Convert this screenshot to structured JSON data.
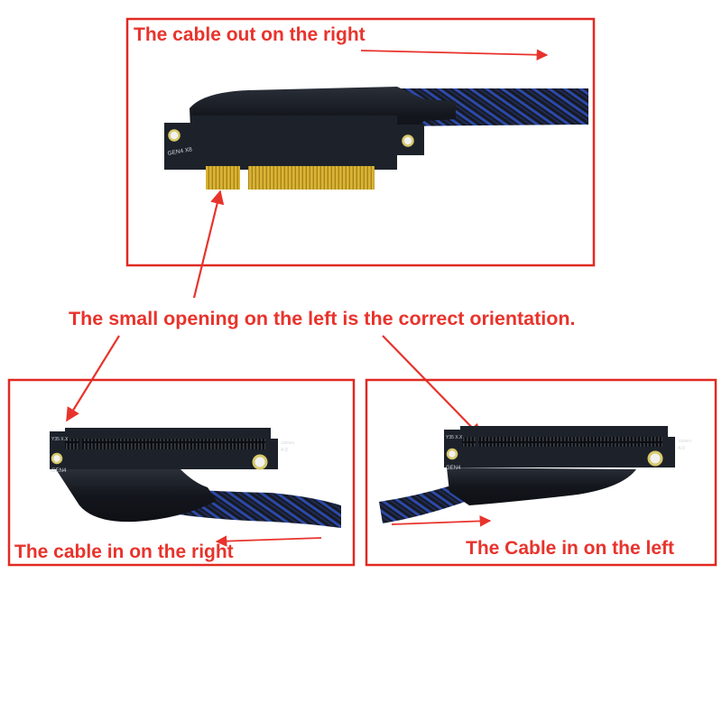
{
  "captions": {
    "top": "The cable out on the right",
    "center": "The small opening on the left is the correct orientation.",
    "bottom_left": "The cable in on the right",
    "bottom_right": "The Cable in on the left"
  },
  "board_labels": {
    "top_card": "GEN4 X8",
    "left_slot_top": "Y35 X.X",
    "left_slot_gen": "GEN4",
    "left_slot_rate": "4.0",
    "left_slot_len": "120mm",
    "right_slot_top": "Y35 X.X",
    "right_slot_gen": "GEN4",
    "right_slot_rate": "4.0",
    "right_slot_len": "120mm"
  },
  "colors": {
    "annotation_red": "#e8332c",
    "frame_red": "#e02a22",
    "pcb_black": "#1d222a",
    "gold_contacts": "#c9a227",
    "cable_black": "#171b22",
    "braid_blue": "#2c48a8",
    "screw_hole_ring": "#d8c96a"
  }
}
